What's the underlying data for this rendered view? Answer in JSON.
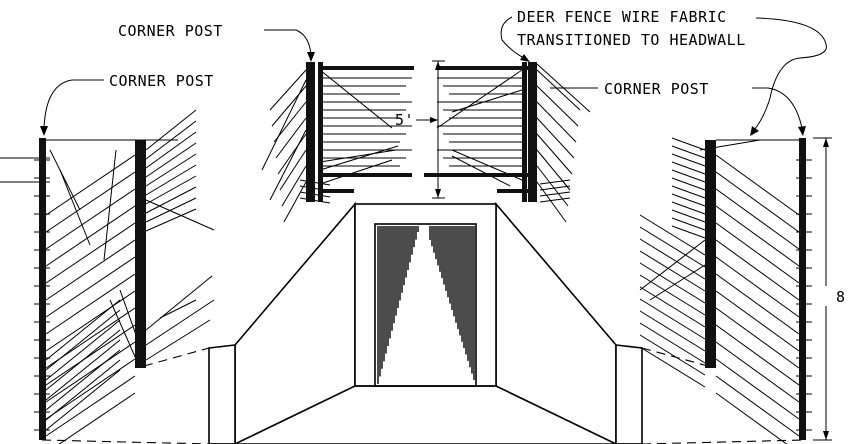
{
  "labels": {
    "corner_post_top": "CORNER POST",
    "corner_post_left": "CORNER POST",
    "corner_post_right": "CORNER POST",
    "fabric_line1": "DEER FENCE WIRE FABRIC",
    "fabric_line2": "TRANSITIONED TO HEADWALL",
    "dim_inner": "5'",
    "dim_outer": "8"
  }
}
